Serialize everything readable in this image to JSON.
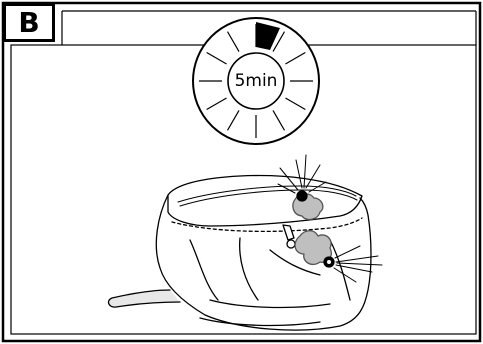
{
  "panel": {
    "label": "B"
  },
  "timer": {
    "label": "5min",
    "elapsed_segments": 1,
    "total_segments": 12
  },
  "illustration": {
    "subject": "handbag-icon"
  },
  "colors": {
    "ink": "#000000",
    "stain_fill": "#bfbfbf",
    "handle_fill": "#d9d9d9"
  }
}
